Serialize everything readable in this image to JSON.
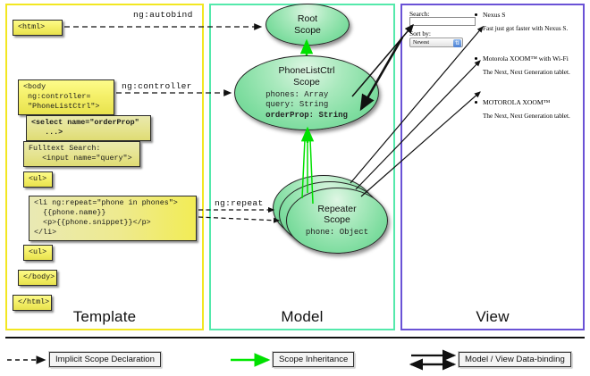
{
  "panels": {
    "template": {
      "label": "Template",
      "border_color": "#f2e721"
    },
    "model": {
      "label": "Model",
      "border_color": "#54e9ab"
    },
    "view": {
      "label": "View",
      "border_color": "#6a52d6"
    }
  },
  "template_boxes": [
    {
      "id": "html-open",
      "text": "<html>"
    },
    {
      "id": "body-open",
      "text": "<body\n ng:controller=\n \"PhoneListCtrl\">"
    },
    {
      "id": "select",
      "text": "<select name=\"orderProp\"\n   ...>"
    },
    {
      "id": "fulltext",
      "text": "Fulltext Search:\n   <input name=\"query\">"
    },
    {
      "id": "ul-open",
      "text": "<ul>"
    },
    {
      "id": "li-repeat",
      "text": "<li ng:repeat=\"phone in phones\">\n  {{phone.name}}\n  <p>{{phone.snippet}}</p>\n</li>"
    },
    {
      "id": "ul-close",
      "text": "<ul>"
    },
    {
      "id": "body-close",
      "text": "</body>"
    },
    {
      "id": "html-close",
      "text": "</html>"
    }
  ],
  "edge_labels": {
    "autobind": "ng:autobind",
    "controller": "ng:controller",
    "repeat": "ng:repeat"
  },
  "scopes": [
    {
      "id": "root",
      "title_line1": "Root",
      "title_line2": "Scope",
      "props": []
    },
    {
      "id": "ctrl",
      "title_line1": "PhoneListCtrl",
      "title_line2": "Scope",
      "props": [
        {
          "text": "phones: Array",
          "bold": false
        },
        {
          "text": "query: String",
          "bold": false
        },
        {
          "text": "orderProp: String",
          "bold": true
        }
      ]
    },
    {
      "id": "repeater",
      "title_line1": "Repeater",
      "title_line2": "Scope",
      "props": [
        {
          "text": "phone: Object",
          "bold": false
        }
      ]
    }
  ],
  "view": {
    "search_label": "Search:",
    "search_value": "",
    "search_placeholder": "",
    "sort_label": "Sort by:",
    "sort_selected": "Newest",
    "sort_options": [
      "Newest"
    ],
    "phones": [
      {
        "name": "Nexus S",
        "snippet": "Fast just got faster with Nexus S."
      },
      {
        "name": "Motorola XOOM™ with Wi-Fi",
        "snippet": "The Next, Next Generation tablet."
      },
      {
        "name": "MOTOROLA XOOM™",
        "snippet": "The Next, Next Generation tablet."
      }
    ]
  },
  "legend": [
    {
      "id": "implicit",
      "label": "Implicit Scope Declaration",
      "arrow": "dashed-black"
    },
    {
      "id": "inheritance",
      "label": "Scope Inheritance",
      "arrow": "solid-green",
      "color": "#00e800"
    },
    {
      "id": "databinding",
      "label": "Model / View Data-binding",
      "arrow": "double-black"
    }
  ]
}
